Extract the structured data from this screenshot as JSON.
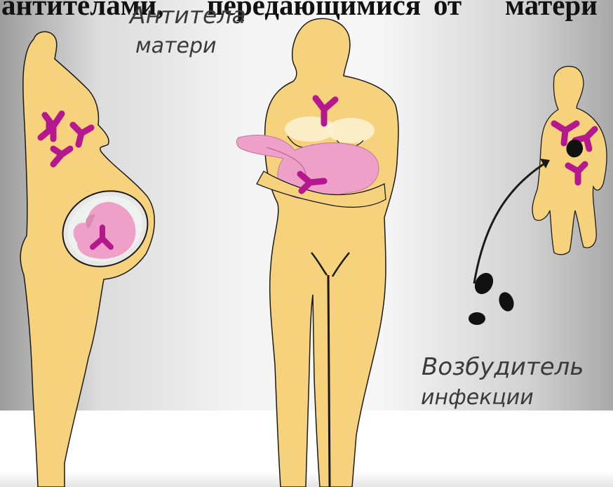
{
  "header": {
    "word_1": "антителами,",
    "word_2": "передающимися",
    "word_3": "от",
    "word_4": "матери"
  },
  "labels": {
    "maternal_antibodies_line1": "Антитела",
    "maternal_antibodies_line2": "матери",
    "pathogen_line1": "Возбудитель",
    "pathogen_line2": "инфекции"
  },
  "colors": {
    "body_fill": "#f7d27c",
    "body_outline": "#1a1a1a",
    "baby_fill": "#eea0c8",
    "antibody": "#b5178e",
    "pathogen": "#111111"
  }
}
